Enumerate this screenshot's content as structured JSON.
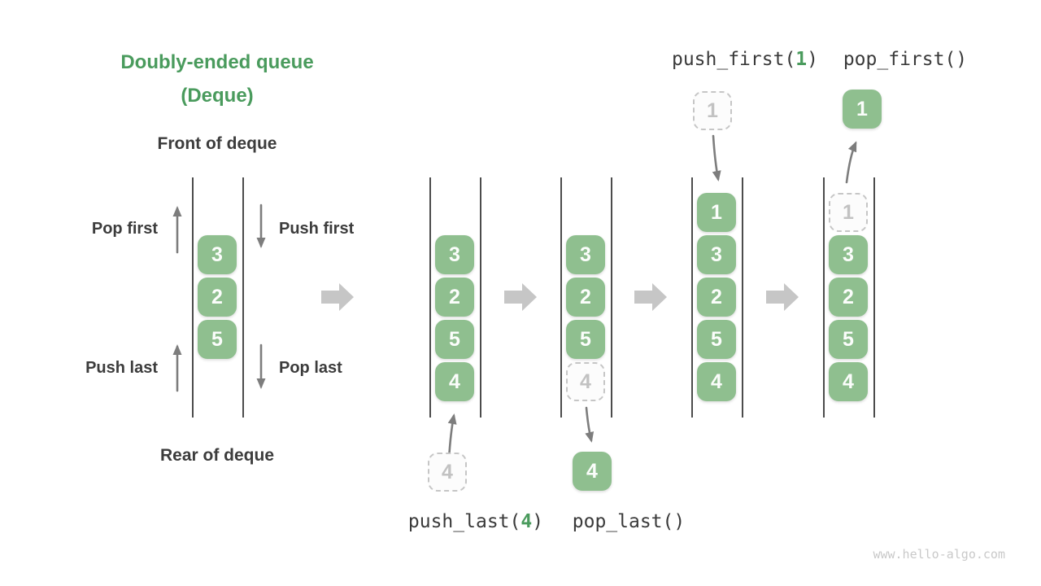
{
  "title": {
    "line1": "Doubly-ended queue",
    "line2": "(Deque)"
  },
  "labels": {
    "front": "Front of deque",
    "rear": "Rear of deque",
    "pop_first": "Pop first",
    "push_first": "Push first",
    "push_last": "Push last",
    "pop_last": "Pop last"
  },
  "operations": {
    "push_last": {
      "prefix": "push_last(",
      "arg": "4",
      "suffix": ")"
    },
    "pop_last": {
      "label": "pop_last()"
    },
    "push_first": {
      "prefix": "push_first(",
      "arg": "1",
      "suffix": ")"
    },
    "pop_first": {
      "label": "pop_first()"
    }
  },
  "queues": {
    "q1": {
      "cells": [
        "3",
        "2",
        "5"
      ]
    },
    "q2": {
      "cells": [
        "3",
        "2",
        "5",
        "4"
      ]
    },
    "q3": {
      "cells": [
        "3",
        "2",
        "5"
      ],
      "ghost": "4"
    },
    "q4": {
      "cells": [
        "1",
        "3",
        "2",
        "5",
        "4"
      ]
    },
    "q5": {
      "ghost": "1",
      "cells": [
        "3",
        "2",
        "5",
        "4"
      ]
    }
  },
  "floating": {
    "push_last_source": "4",
    "pop_last_result": "4",
    "push_first_source": "1",
    "pop_first_result": "1"
  },
  "colors": {
    "accent_green": "#4A9B5D",
    "cell_green": "#8FBF8F",
    "text_dark": "#3C3C3C",
    "wall_gray": "#4C4C4C",
    "small_arrow_gray": "#7D7D7D",
    "block_arrow_gray": "#C6C6C6",
    "ghost_gray": "#C6C6C6"
  },
  "watermark": "www.hello-algo.com"
}
